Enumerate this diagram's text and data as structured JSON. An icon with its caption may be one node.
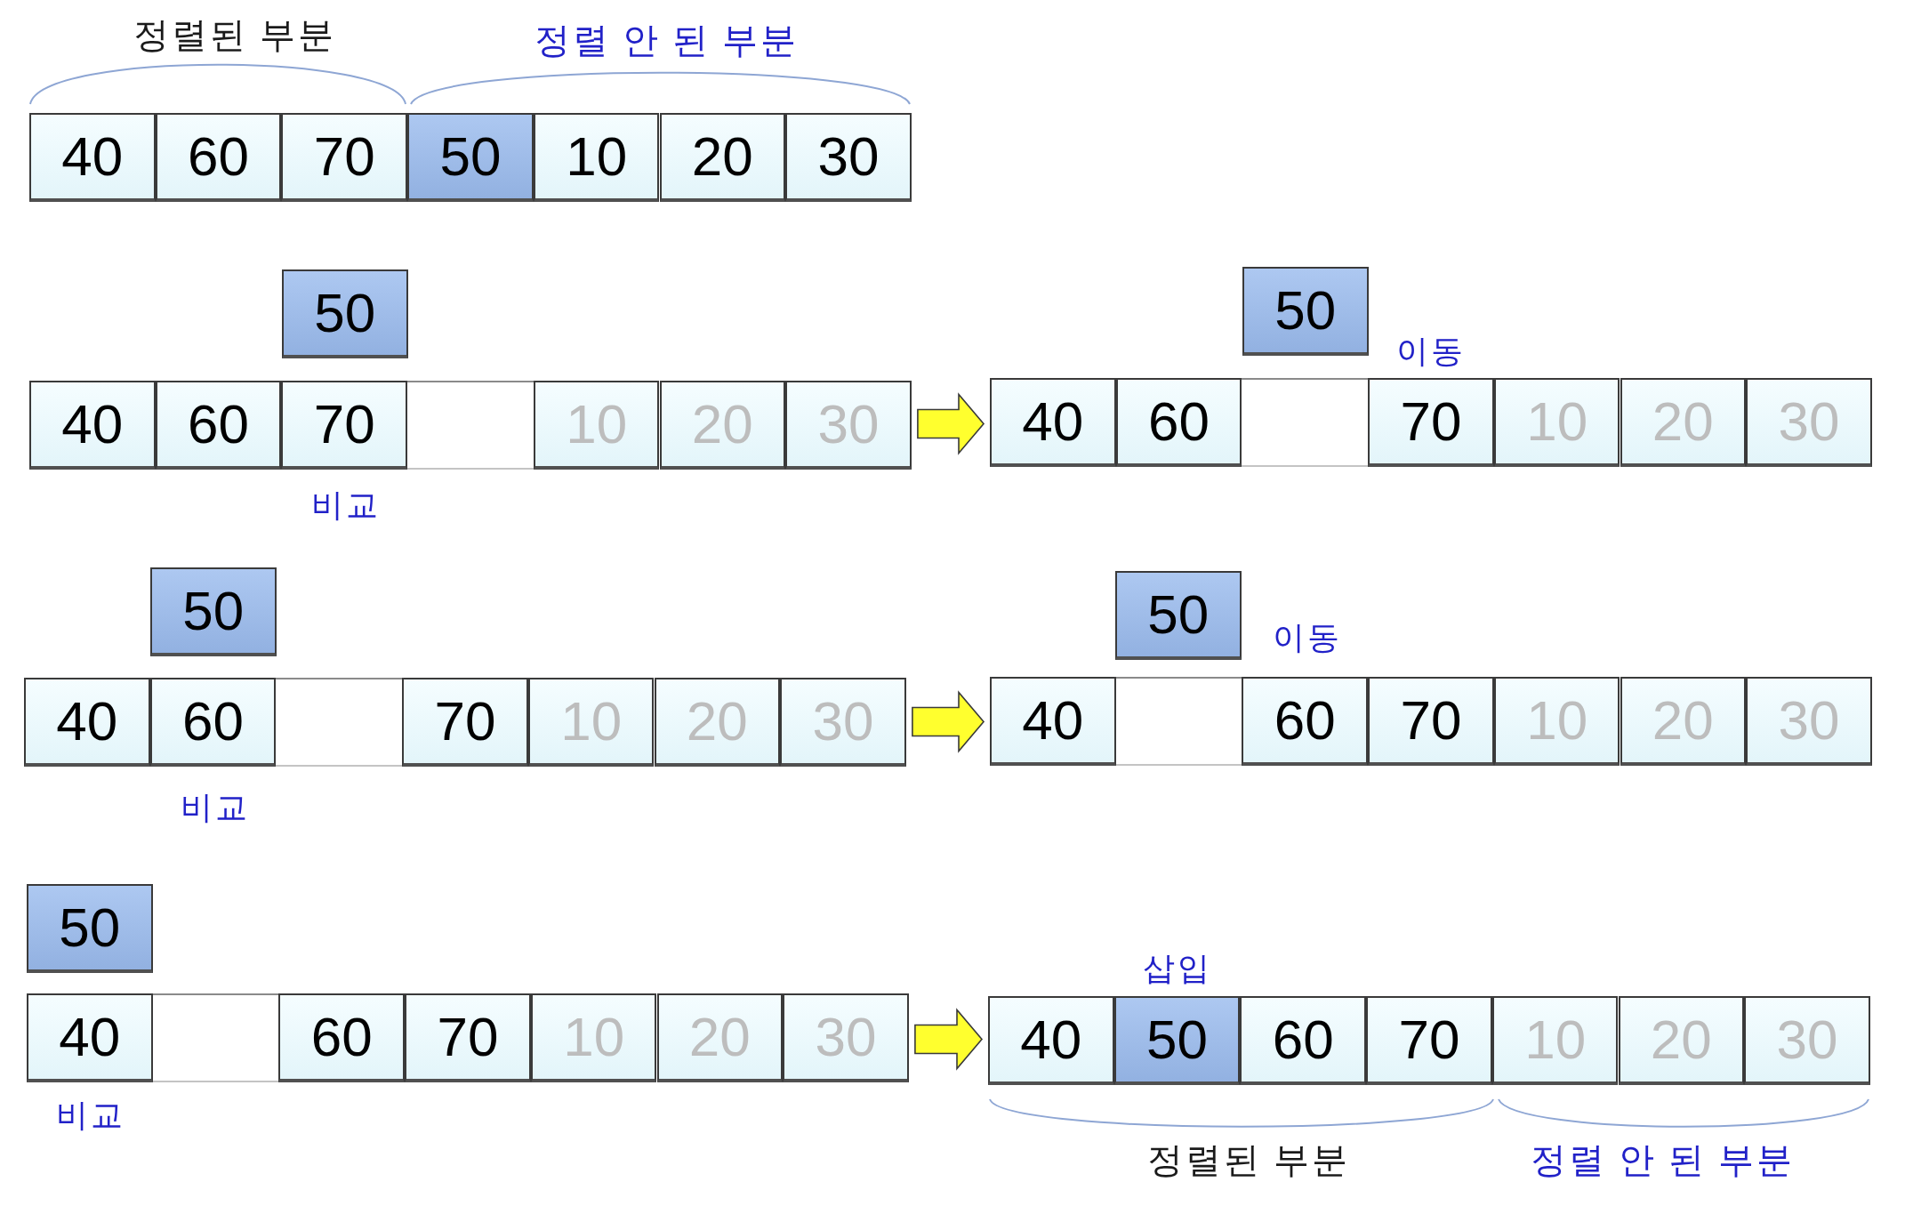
{
  "diagram": {
    "nodes": [
      {
        "text": [
          "40"
        ]
      },
      {
        "text": [
          "60"
        ]
      },
      {
        "text": [
          "70"
        ]
      },
      {
        "text": [
          "50"
        ]
      },
      {
        "text": [
          "10"
        ]
      },
      {
        "text": [
          "20"
        ]
      },
      {
        "text": [
          "30"
        ]
      },
      {
        "text": [
          "50"
        ]
      },
      {
        "text": [
          "50"
        ]
      },
      {
        "text": [
          "40"
        ]
      },
      {
        "text": [
          "60"
        ]
      },
      {
        "text": [
          "70"
        ]
      },
      {
        "text": [],
        "shape": "box"
      },
      {
        "text": [
          "10"
        ]
      },
      {
        "text": [
          "20"
        ]
      },
      {
        "text": [
          "30"
        ]
      },
      {
        "text": [
          "40"
        ]
      },
      {
        "text": [
          "60"
        ]
      },
      {
        "text": [],
        "shape": "box"
      },
      {
        "text": [
          "70"
        ]
      },
      {
        "text": [
          "10"
        ]
      },
      {
        "text": [
          "20"
        ]
      },
      {
        "text": [
          "30"
        ]
      },
      {
        "text": [
          "50"
        ]
      },
      {
        "text": [
          "50"
        ]
      },
      {
        "text": [
          "40"
        ]
      },
      {
        "text": [
          "60"
        ]
      },
      {
        "text": [],
        "shape": "box"
      },
      {
        "text": [
          "70"
        ]
      },
      {
        "text": [
          "10"
        ]
      },
      {
        "text": [
          "20"
        ]
      },
      {
        "text": [
          "30"
        ]
      },
      {
        "text": [
          "40"
        ]
      },
      {
        "text": [],
        "shape": "box"
      },
      {
        "text": [
          "60"
        ]
      },
      {
        "text": [
          "70"
        ]
      },
      {
        "text": [
          "10"
        ]
      },
      {
        "text": [
          "20"
        ]
      },
      {
        "text": [
          "30"
        ]
      },
      {
        "text": [
          "50"
        ]
      },
      {
        "text": [
          "40"
        ]
      },
      {
        "text": [],
        "shape": "box"
      },
      {
        "text": [
          "60"
        ]
      },
      {
        "text": [
          "70"
        ]
      },
      {
        "text": [
          "10"
        ]
      },
      {
        "text": [
          "20"
        ]
      },
      {
        "text": [
          "30"
        ]
      },
      {
        "text": [
          "40"
        ]
      },
      {
        "text": [
          "50"
        ]
      },
      {
        "text": [
          "60"
        ]
      },
      {
        "text": [
          "70"
        ]
      },
      {
        "text": [
          "10"
        ]
      },
      {
        "text": [
          "20"
        ]
      },
      {
        "text": [
          "30"
        ]
      }
    ],
    "edges": [
      {
        "from": 15,
        "to": 16,
        "arrow": "to"
      },
      {
        "from": 31,
        "to": 32,
        "arrow": "to"
      },
      {
        "from": 46,
        "to": 47,
        "arrow": "to"
      }
    ],
    "labels": [
      "정렬된 부분",
      "정렬 안 된 부분",
      "이동",
      "비교",
      "이동",
      "비교",
      "삽입",
      "비교",
      "정렬된 부분",
      "정렬 안 된 부분"
    ]
  }
}
